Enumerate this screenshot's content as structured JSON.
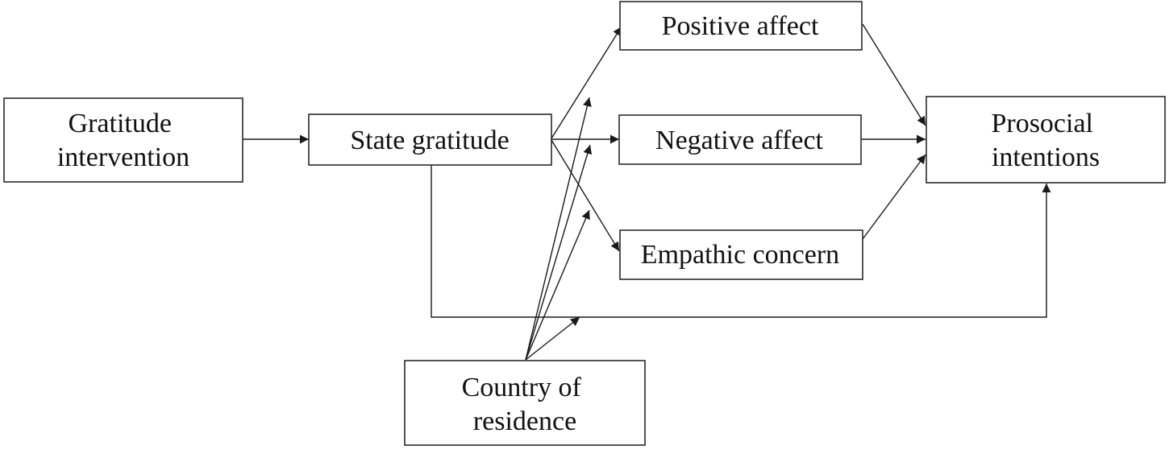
{
  "nodes": {
    "gratitude_intervention": {
      "line1": "Gratitude",
      "line2": "intervention"
    },
    "state_gratitude": {
      "label": "State gratitude"
    },
    "positive_affect": {
      "label": "Positive affect"
    },
    "negative_affect": {
      "label": "Negative affect"
    },
    "empathic_concern": {
      "label": "Empathic concern"
    },
    "prosocial_intentions": {
      "line1": "Prosocial",
      "line2": "intentions"
    },
    "country_of_residence": {
      "line1": "Country of",
      "line2": "residence"
    }
  },
  "colors": {
    "box_stroke": "#2a2a2a",
    "line": "#1a1a1a",
    "text": "#111111",
    "background": "#ffffff"
  }
}
